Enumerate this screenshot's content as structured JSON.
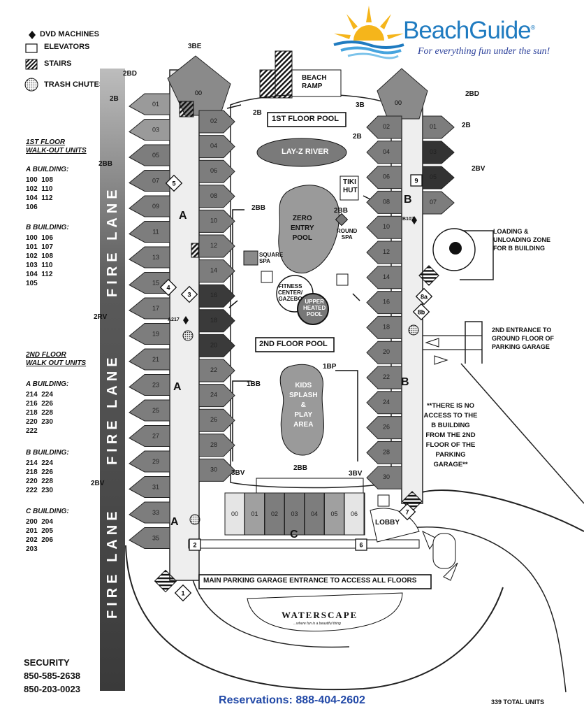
{
  "logo": {
    "brand": "BeachGuide",
    "registered": "®",
    "tagline": "For everything fun under the sun!"
  },
  "legend": [
    {
      "symbol": "diamond-icon",
      "label": "DVD MACHINES"
    },
    {
      "symbol": "elevator-icon",
      "label": "ELEVATORS"
    },
    {
      "symbol": "stairs-icon",
      "label": "STAIRS"
    },
    {
      "symbol": "trash-chute-icon",
      "label": "TRASH CHUTES"
    }
  ],
  "first_floor": {
    "heading": [
      "1ST FLOOR",
      "WALK-OUT UNITS"
    ],
    "a_building": {
      "label": "A BUILDING:",
      "rows": [
        "100  108",
        "102  110",
        "104  112",
        "106"
      ]
    },
    "b_building": {
      "label": "B BUILDING:",
      "rows": [
        "100  106",
        "101  107",
        "102  108",
        "103  110",
        "104  112",
        "105"
      ]
    }
  },
  "second_floor": {
    "heading": [
      "2ND FLOOR",
      "WALK OUT UNITS"
    ],
    "a_building": {
      "label": "A BUILDING:",
      "rows": [
        "214  224",
        "216  226",
        "218  228",
        "220  230",
        "222"
      ]
    },
    "b_building": {
      "label": "B BUILDING:",
      "rows": [
        "214  224",
        "218  226",
        "220  228",
        "222  230"
      ]
    },
    "c_building": {
      "label": "C BUILDING:",
      "rows": [
        "200  204",
        "201  205",
        "202  206",
        "203"
      ]
    }
  },
  "security": {
    "label": "SECURITY",
    "phones": [
      "850-585-2638",
      "850-203-0023"
    ]
  },
  "reservations": "Reservations: 888-404-2602",
  "total_units": "339 TOTAL UNITS",
  "fire_lane": "FIRE LANE",
  "map": {
    "beach_ramp": [
      "BEACH",
      "RAMP"
    ],
    "pool_1st": "1ST FLOOR POOL",
    "lazy_river": "LAY-Z RIVER",
    "tiki_hut": [
      "TIKI",
      "HUT"
    ],
    "zero_entry_pool": [
      "ZERO",
      "ENTRY",
      "POOL"
    ],
    "round_spa": [
      "ROUND",
      "SPA"
    ],
    "square_spa": [
      "SQUARE",
      "SPA"
    ],
    "fitness": [
      "FITNESS",
      "CENTER/",
      "GAZEBO"
    ],
    "upper_heated_pool": [
      "UPPER",
      "HEATED",
      "POOL"
    ],
    "pool_2nd": "2ND FLOOR POOL",
    "kids_area": [
      "KIDS",
      "SPLASH",
      "&",
      "PLAY",
      "AREA"
    ],
    "loading_zone": [
      "LOADING &",
      "UNLOADING ZONE",
      "FOR B BUILDING"
    ],
    "second_entrance": [
      "2ND ENTRANCE TO",
      "GROUND FLOOR OF",
      "PARKING GARAGE"
    ],
    "no_access_note": "**THERE IS NO ACCESS TO THE B BUILDING FROM THE 2ND FLOOR OF THE PARKING GARAGE**",
    "main_garage": "MAIN PARKING GARAGE ENTRANCE TO ACCESS ALL FLOORS",
    "waterscape": "WATERSCAPE",
    "waterscape_tag": "...where fun is a beautiful thing",
    "lobby": "LOBBY",
    "building_letters": {
      "a": "A",
      "b": "B",
      "c": "C"
    },
    "unit_tags": {
      "a_3be": "3BE",
      "a_2bd": "2BD",
      "a_2b_top": "2B",
      "a_2bb": "2BB",
      "a_2bb_right": "2BB",
      "a_2b_mid": "2B",
      "a_2rv": "2RV",
      "a_2bv": "2BV",
      "a_1bb": "1BB",
      "c_3bv_l": "3BV",
      "c_2bb": "2BB",
      "c_3bv_r": "3BV",
      "b_3b": "3B",
      "b_2b": "2B",
      "b_2bd": "2BD",
      "b_2b_r": "2B",
      "b_2bv": "2BV",
      "b_2bb": "2BB",
      "b_1bp": "1BP",
      "a217": "A217",
      "b107": "B107"
    },
    "a_col1": [
      "01",
      "03",
      "05",
      "07",
      "09",
      "11",
      "13",
      "15",
      "17",
      "19",
      "21",
      "23",
      "25",
      "27",
      "29",
      "31",
      "33",
      "35"
    ],
    "a_col2": [
      "02",
      "04",
      "06",
      "08",
      "10",
      "12",
      "14",
      "16",
      "18",
      "20",
      "22",
      "24",
      "26",
      "28",
      "30"
    ],
    "a_top": "00",
    "b_top": "00",
    "b_col_right": [
      "01",
      "03",
      "05",
      "07"
    ],
    "b_col_left": [
      "02",
      "04",
      "06",
      "08",
      "10",
      "12",
      "14",
      "16",
      "18",
      "20",
      "22",
      "24",
      "26",
      "28",
      "30"
    ],
    "c_units": [
      "00",
      "01",
      "02",
      "03",
      "04",
      "05",
      "06"
    ],
    "elevator_numbers": [
      "1",
      "2",
      "3",
      "4",
      "5",
      "6",
      "7",
      "8a",
      "8b",
      "9"
    ]
  }
}
